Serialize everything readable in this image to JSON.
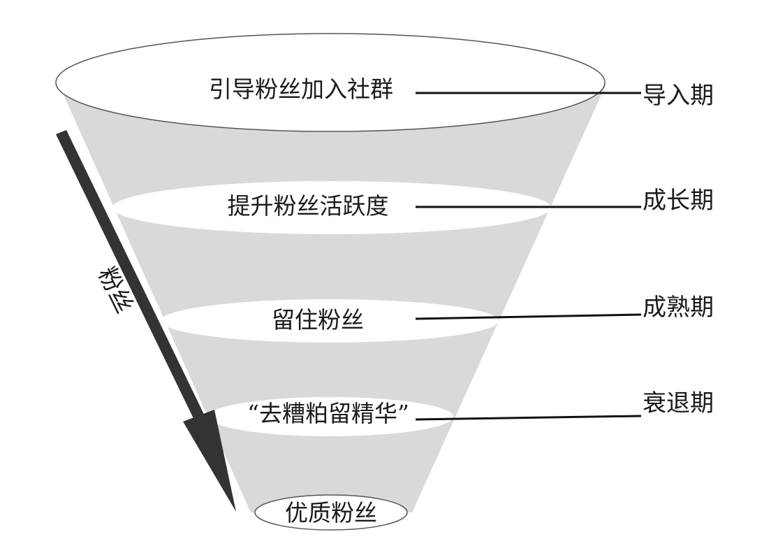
{
  "diagram": {
    "stages": [
      {
        "text": "引导粉丝加入社群",
        "phase": "导入期"
      },
      {
        "text": "提升粉丝活跃度",
        "phase": "成长期"
      },
      {
        "text": "留住粉丝",
        "phase": "成熟期"
      },
      {
        "text": "“去糟粕留精华”",
        "phase": "衰退期"
      }
    ],
    "bottom": {
      "text": "优质粉丝"
    },
    "arrow": {
      "label": "粉丝"
    }
  },
  "colors": {
    "funnel_fill": "#d9d9d9",
    "ellipse_fill": "#ffffff",
    "outline": "#555555",
    "line": "#111111",
    "arrow": "#333333"
  }
}
